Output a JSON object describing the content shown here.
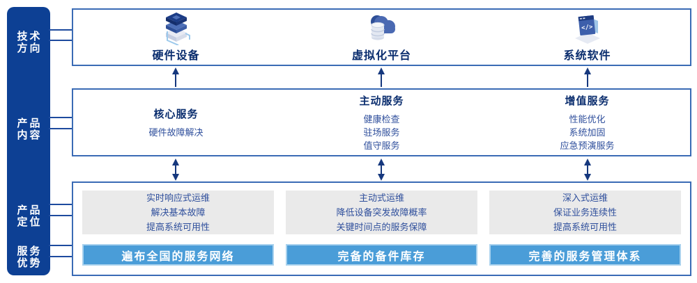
{
  "colors": {
    "sidebar_blue": "#0D4094",
    "box_border_blue": "#3A6BB5",
    "connector_blue": "#1D4A9E",
    "title_navy": "#0A2D6E",
    "body_text_blue": "#2F4F9C",
    "panel_gray": "#EAEAEA",
    "advantage_bar_blue": "#4A9DD8",
    "arrow_navy": "#16387E"
  },
  "sidebar": {
    "labels": [
      {
        "line1": "技术",
        "line2": "方向"
      },
      {
        "line1": "产品",
        "line2": "内容"
      },
      {
        "line1": "产品",
        "line2": "定位"
      },
      {
        "line1": "服务",
        "line2": "优势"
      }
    ]
  },
  "tech_row": {
    "items": [
      {
        "icon": "server-stack-icon",
        "label": "硬件设备"
      },
      {
        "icon": "cloud-database-icon",
        "label": "虚拟化平台"
      },
      {
        "icon": "software-window-icon",
        "label": "系统软件"
      }
    ]
  },
  "content_row": {
    "columns": [
      {
        "title": "核心服务",
        "items": [
          "硬件故障解决"
        ]
      },
      {
        "title": "主动服务",
        "items": [
          "健康检查",
          "驻场服务",
          "值守服务"
        ]
      },
      {
        "title": "增值服务",
        "items": [
          "性能优化",
          "系统加固",
          "应急预演服务"
        ]
      }
    ]
  },
  "bottom_row": {
    "columns": [
      {
        "positioning": [
          "实时响应式运维",
          "解决基本故障",
          "提高系统可用性"
        ],
        "advantage": "遍布全国的服务网络"
      },
      {
        "positioning": [
          "主动式运维",
          "降低设备突发故障概率",
          "关键时间点的服务保障"
        ],
        "advantage": "完备的备件库存"
      },
      {
        "positioning": [
          "深入式运维",
          "保证业务连续性",
          "提高系统可用性"
        ],
        "advantage": "完善的服务管理体系"
      }
    ]
  }
}
